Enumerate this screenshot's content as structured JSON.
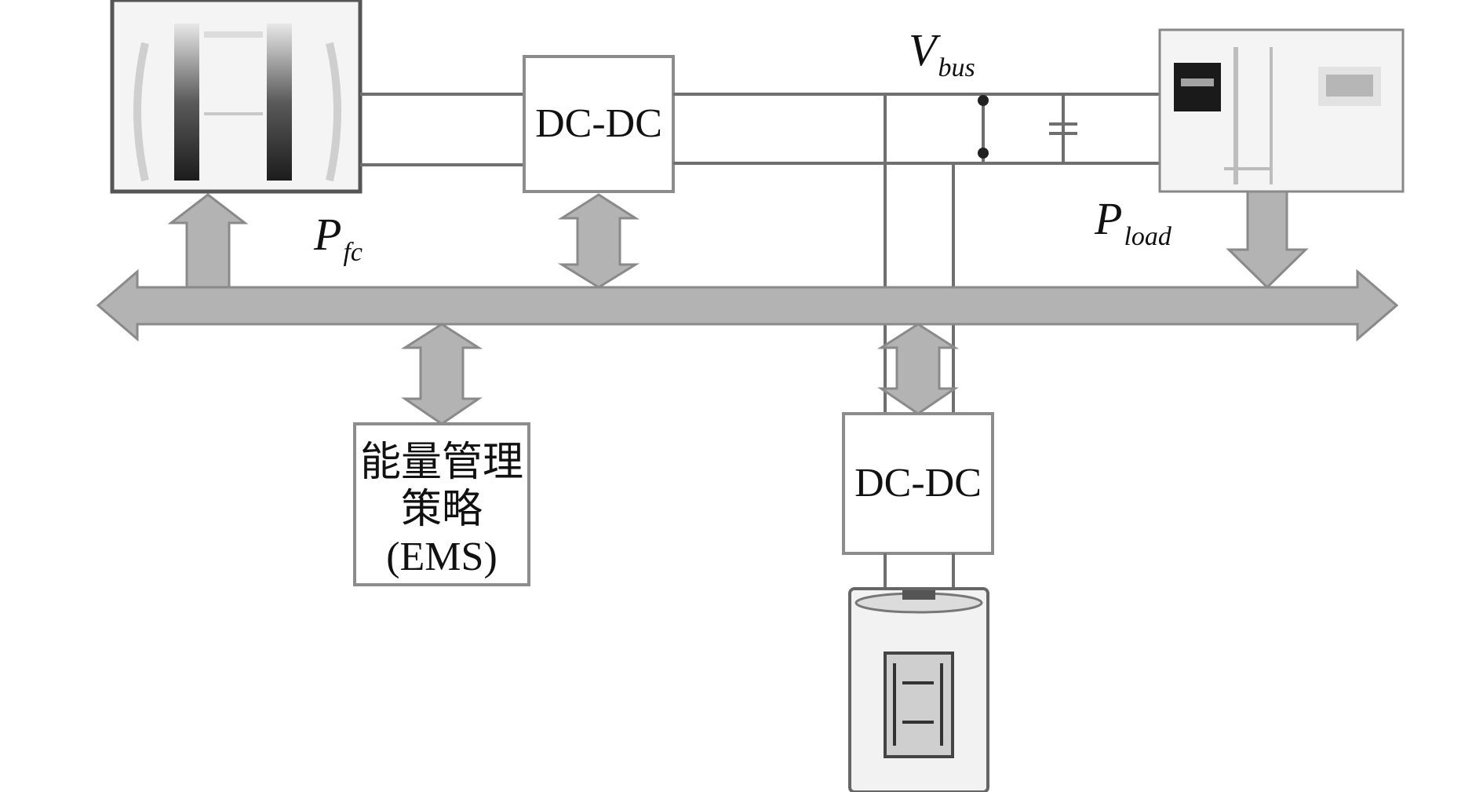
{
  "diagram": {
    "converter_top_label": "DC-DC",
    "converter_bottom_label": "DC-DC",
    "ems": {
      "line1": "能量管理",
      "line2": "策略",
      "line3": "(EMS)"
    },
    "symbols": {
      "v_bus": {
        "main": "V",
        "sub": "bus"
      },
      "p_fc": {
        "main": "P",
        "sub": "fc"
      },
      "p_load": {
        "main": "P",
        "sub": "load"
      }
    },
    "colors": {
      "bus_fill": "#b3b3b3",
      "bus_stroke": "#8a8a8a",
      "line": "#6f6f6f",
      "box_border": "#8c8c8c"
    }
  }
}
